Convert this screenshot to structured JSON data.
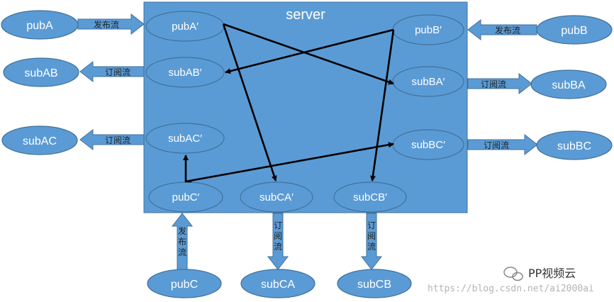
{
  "server": {
    "title": "server"
  },
  "inner_nodes": {
    "pubA": "pubA′",
    "subAB": "subAB′",
    "subAC": "subAC′",
    "pubB": "pubB′",
    "subBA": "subBA′",
    "subBC": "subBC′",
    "pubC": "pubC′",
    "subCA": "subCA′",
    "subCB": "subCB′"
  },
  "outer_nodes": {
    "pubA": "pubA",
    "subAB": "subAB",
    "subAC": "subAC",
    "pubB": "pubB",
    "subBA": "subBA",
    "subBC": "subBC",
    "pubC": "pubC",
    "subCA": "subCA",
    "subCB": "subCB"
  },
  "labels": {
    "publish": "发布流",
    "subscribe": "订阅流"
  },
  "watermark": {
    "url": "https://blog.csdn.net/ai2000ai",
    "logo_text": "PP视频云",
    "logo_icon": "wechat-icon"
  },
  "colors": {
    "node_fill": "#5b9bd5",
    "node_stroke": "#41719c",
    "server_fill": "#5b9bd5",
    "arrow_dark": "#000000"
  }
}
